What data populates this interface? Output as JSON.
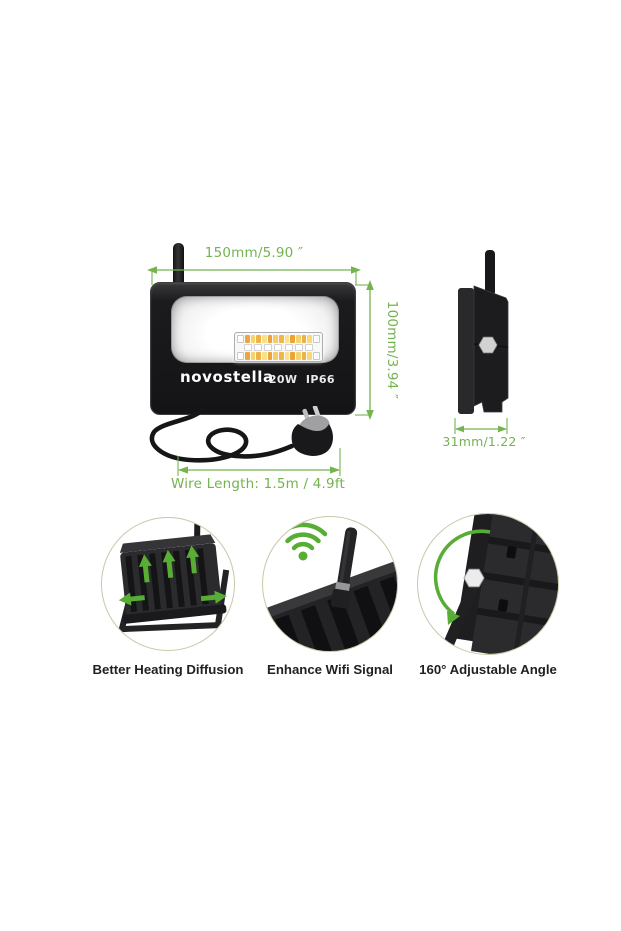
{
  "product": {
    "brand": "novostella",
    "spec": "20W  IP66"
  },
  "dimensions": {
    "width": "150mm/5.90 ″",
    "height": "100mm/3.94 ″",
    "depth": "31mm/1.22 ″",
    "wire": "Wire Length: 1.5m / 4.9ft"
  },
  "led": {
    "amber_colors": [
      "#eda63b",
      "#f7d469",
      "#efb244",
      "#f9df85",
      "#eca139",
      "#f5cd61",
      "#f0b748",
      "#fae28c",
      "#eba437",
      "#f6d26a",
      "#eeb041",
      "#f8da74"
    ],
    "mid_count": 7
  },
  "features": [
    {
      "label": "Better Heating Diffusion",
      "icon": "heat-diffusion-arrows-icon"
    },
    {
      "label": "Enhance Wifi Signal",
      "icon": "wifi-icon"
    },
    {
      "label": "160° Adjustable Angle",
      "icon": "rotate-arrow-icon"
    }
  ],
  "colors": {
    "dimension_green": "#74b350",
    "accent_green": "#58ad35",
    "circle_border": "#c7c7a8",
    "body_black": "#1c1c1e"
  }
}
